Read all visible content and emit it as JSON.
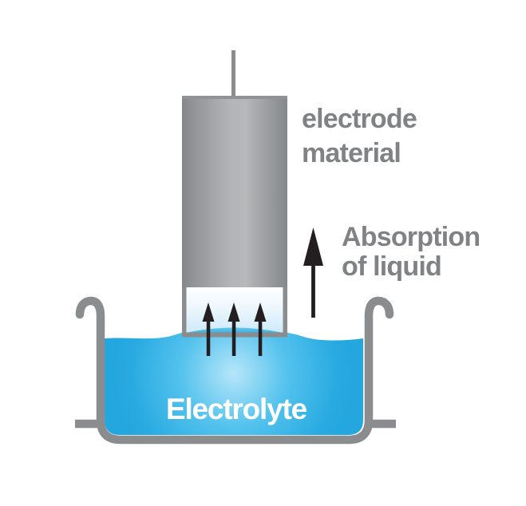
{
  "diagram": {
    "type": "schematic",
    "subject": "electrode material absorbing liquid from an electrolyte bath",
    "labels": {
      "electrode": {
        "line1": "electrode",
        "line2": "material"
      },
      "absorption": {
        "line1": "Absorption",
        "line2": "of liquid"
      },
      "electrolyte": "Electrolyte"
    },
    "arrows": {
      "large_arrow_direction": "up",
      "small_arrow_direction": "up",
      "small_arrow_count": 3
    },
    "colors": {
      "metal_gray": "#8a8c8e",
      "label_gray": "#808285",
      "arrow_black": "#231f20",
      "electrolyte_blue": "#29abe2",
      "electrolyte_highlight": "#b7e6fa",
      "electrolyte_mid": "#53c2ed",
      "soaked_light": "#cdeafa",
      "meniscus_blue_top": "#96d9f5",
      "meniscus_blue_bottom": "#2fafe4",
      "cylinder_dark": "#85878a",
      "cylinder_light": "#b6b8ba",
      "cylinder_top_edge": "#909295",
      "text_white": "#ffffff"
    }
  }
}
